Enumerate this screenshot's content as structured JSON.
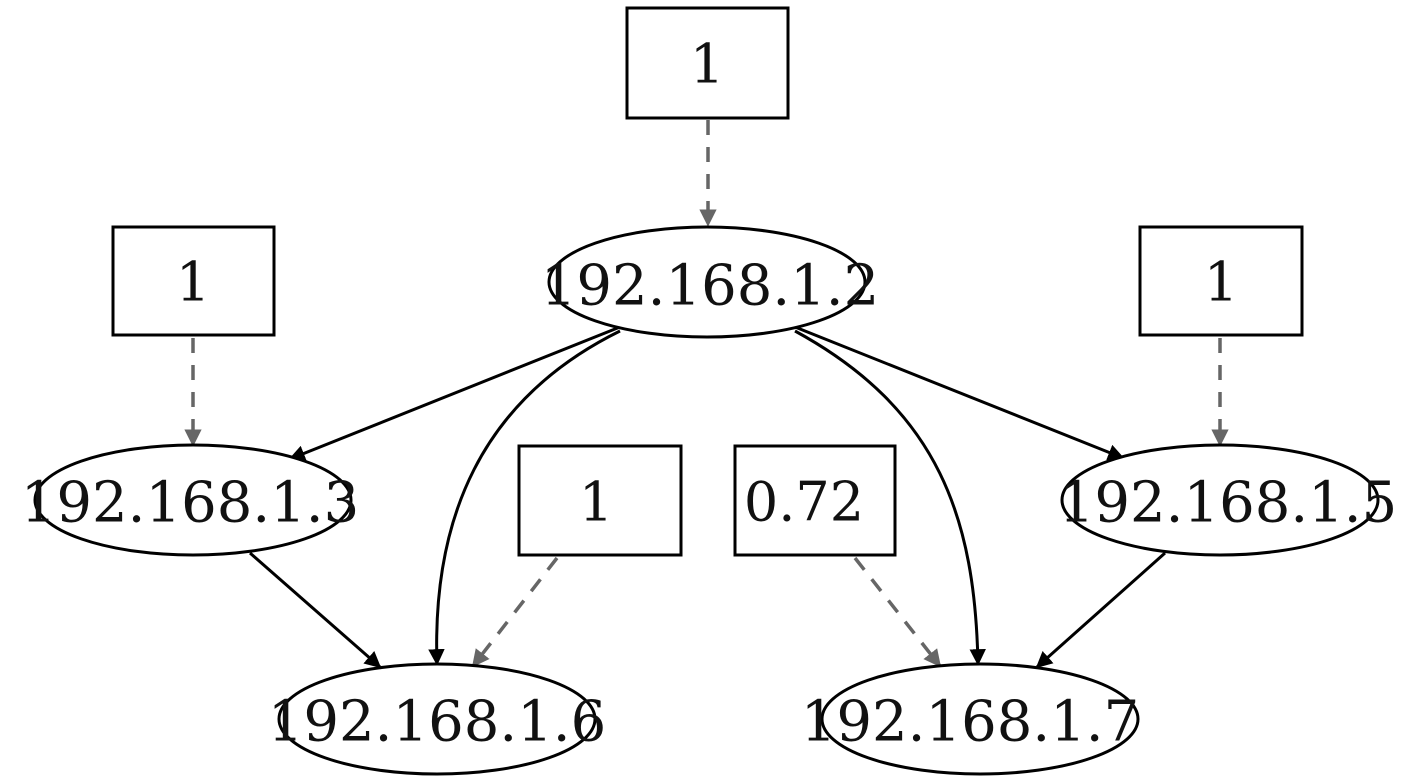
{
  "hosts": {
    "h2": "192.168.1.2",
    "h3": "192.168.1.3",
    "h5": "192.168.1.5",
    "h6": "192.168.1.6",
    "h7": "192.168.1.7"
  },
  "scores": {
    "h2": "1",
    "h3": "1",
    "h5": "1",
    "h6": "1",
    "h7": "0.72"
  },
  "colors": {
    "node_border": "#000000",
    "solid_edge": "#000000",
    "dashed_edge": "#666666",
    "background": "#ffffff"
  }
}
